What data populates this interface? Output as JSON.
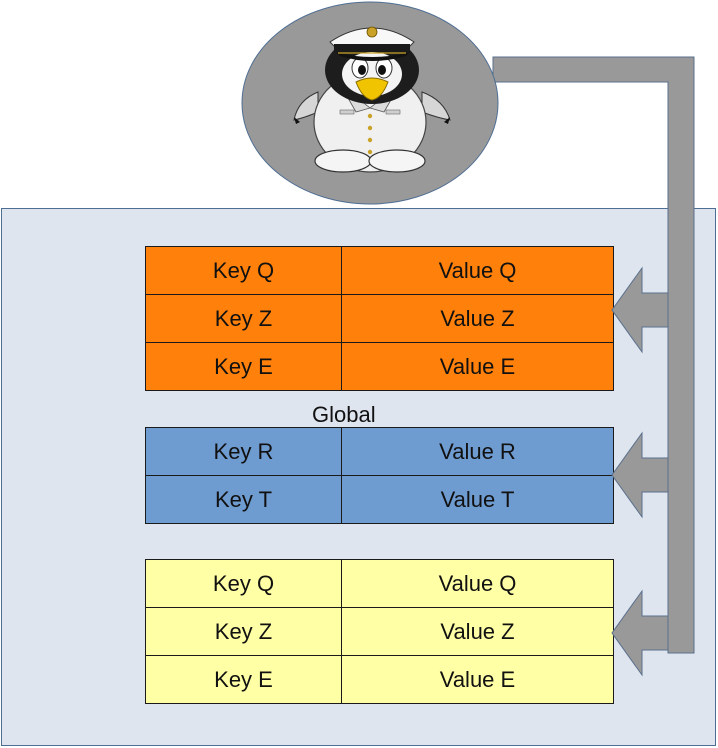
{
  "global_label": "Global",
  "colors": {
    "panel_fill": "#dee5ef",
    "panel_border": "#4f6e93",
    "table_orange": "#ff800a",
    "table_blue": "#6e9bd0",
    "table_yellow": "#ffffa6",
    "connector": "#999999",
    "avatar_circle": "#999999"
  },
  "avatar": {
    "icon": "tux-sailor-penguin"
  },
  "tables": [
    {
      "color": "orange",
      "rows": [
        {
          "key": "Key Q",
          "value": "Value Q"
        },
        {
          "key": "Key Z",
          "value": "Value Z"
        },
        {
          "key": "Key E",
          "value": "Value E"
        }
      ]
    },
    {
      "color": "blue",
      "rows": [
        {
          "key": "Key R",
          "value": "Value R"
        },
        {
          "key": "Key T",
          "value": "Value T"
        }
      ]
    },
    {
      "color": "yellow",
      "rows": [
        {
          "key": "Key Q",
          "value": "Value Q"
        },
        {
          "key": "Key Z",
          "value": "Value Z"
        },
        {
          "key": "Key E",
          "value": "Value E"
        }
      ]
    }
  ]
}
